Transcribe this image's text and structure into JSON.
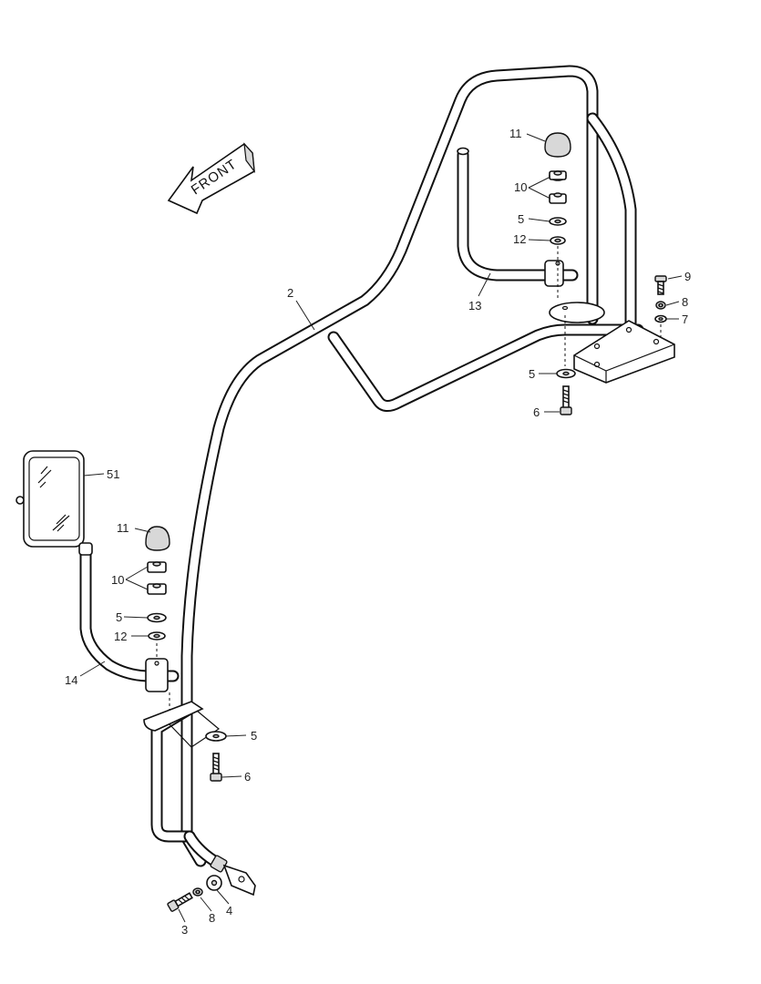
{
  "front_arrow": {
    "text": "FRONT"
  },
  "callouts": {
    "c2": "2",
    "c11_top": "11",
    "c10_top": "10",
    "c5_top": "5",
    "c12_top": "12",
    "c13": "13",
    "c9": "9",
    "c8_right": "8",
    "c7": "7",
    "c5_right": "5",
    "c6_right": "6",
    "c51": "51",
    "c11_left": "11",
    "c10_left": "10",
    "c5_left": "5",
    "c12_left": "12",
    "c14": "14",
    "c5_bottom": "5",
    "c6_bottom": "6",
    "c3": "3",
    "c8_bottom": "8",
    "c4": "4"
  },
  "colors": {
    "line": "#111111",
    "shade": "#d8d8d8",
    "background": "#ffffff"
  }
}
